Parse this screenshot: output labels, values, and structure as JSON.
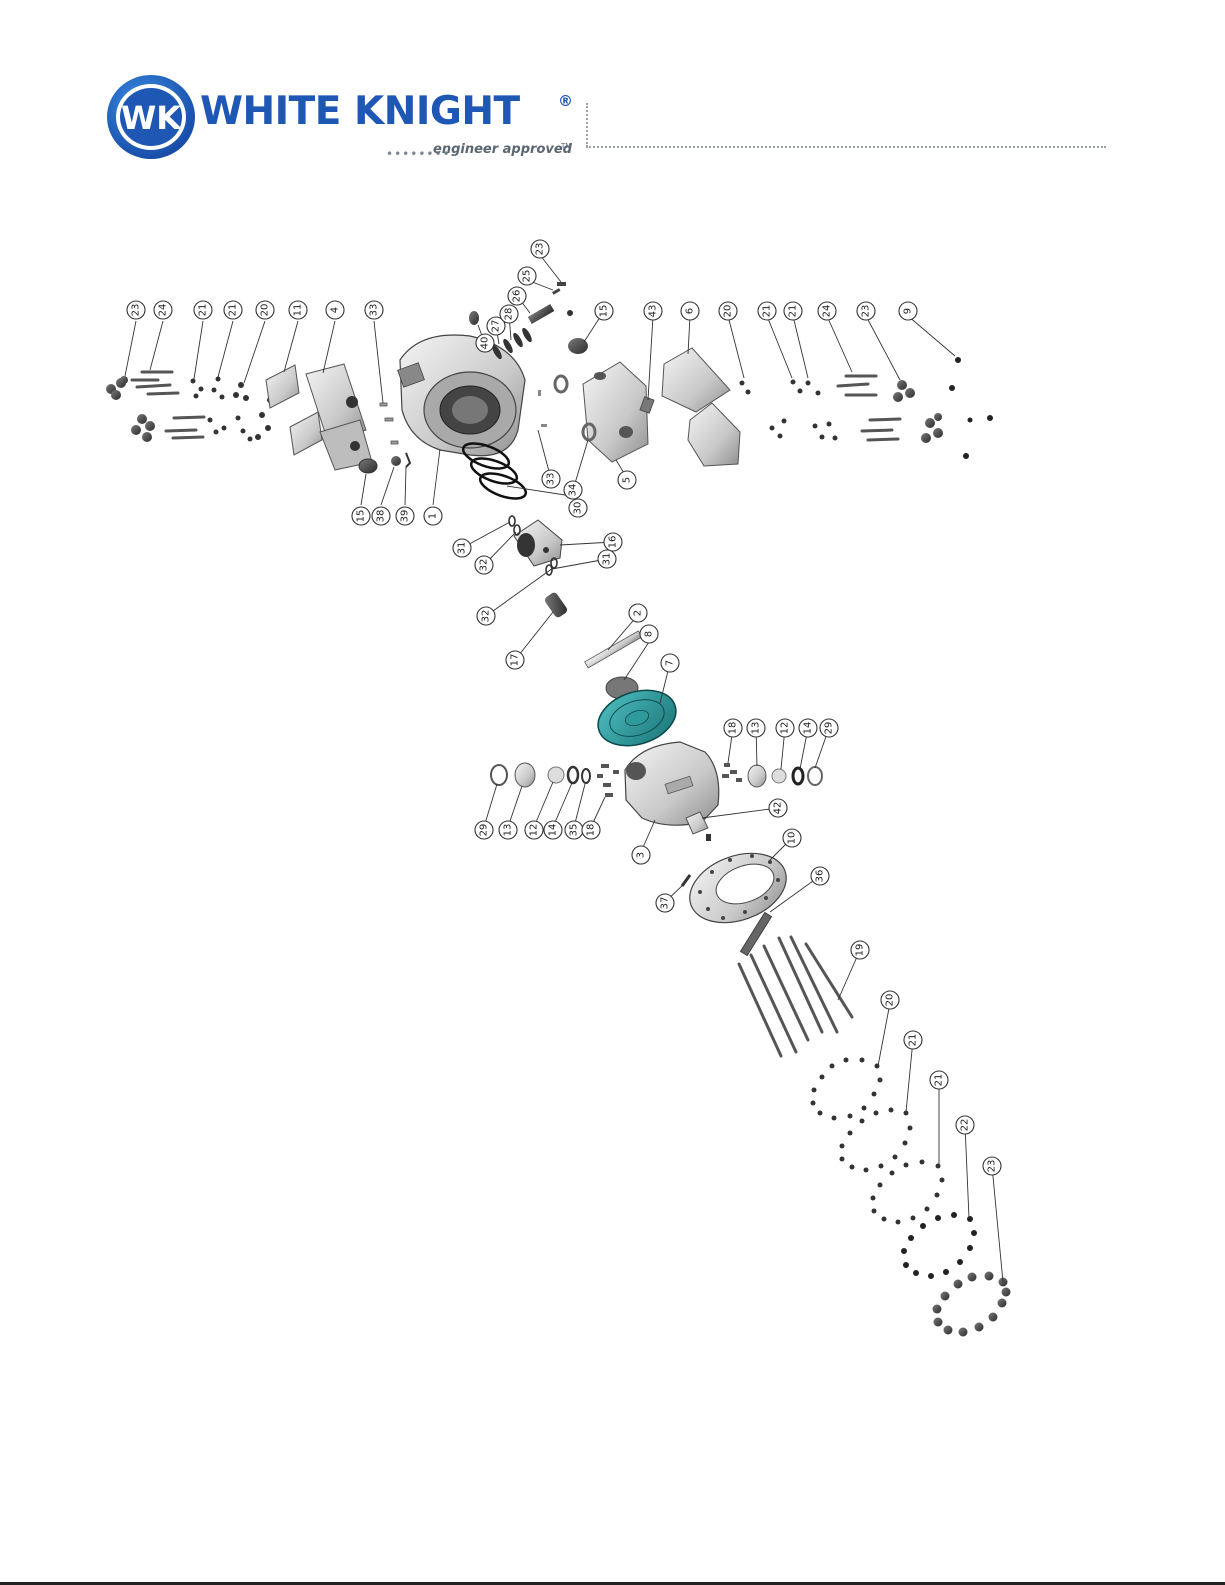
{
  "brand": {
    "name": "WHITE KNIGHT",
    "registered_mark": "®",
    "monogram": "WK",
    "tagline": "engineer approved",
    "tagline_mark": "TM",
    "colors": {
      "primary": "#1f57b5",
      "monogram_ring": "#2e7ad6",
      "diaphragm": "#2a9a9e",
      "text_gray": "#5a6672"
    }
  },
  "callouts": [
    "23",
    "24",
    "21",
    "21",
    "20",
    "11",
    "4",
    "33",
    "15",
    "38",
    "39",
    "1",
    "40",
    "27",
    "28",
    "26",
    "25",
    "23",
    "15",
    "43",
    "6",
    "20",
    "21",
    "21",
    "24",
    "23",
    "9",
    "30",
    "33",
    "34",
    "5",
    "31",
    "32",
    "16",
    "31",
    "32",
    "17",
    "2",
    "8",
    "7",
    "18",
    "13",
    "12",
    "14",
    "29",
    "29",
    "13",
    "12",
    "14",
    "35",
    "18",
    "3",
    "42",
    "10",
    "37",
    "36",
    "19",
    "20",
    "21",
    "21",
    "22",
    "23"
  ]
}
